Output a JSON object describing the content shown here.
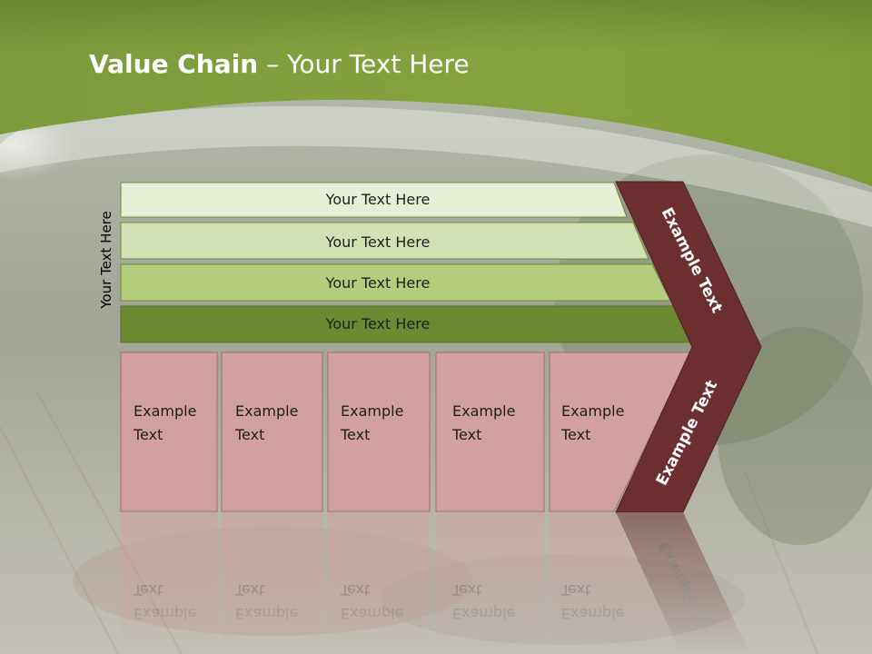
{
  "slide": {
    "title_bold": "Value Chain",
    "title_rest": " – Your Text Here",
    "side_label": "Your Text Here",
    "bars": [
      {
        "label": "Your Text Here",
        "color": "#e6eed6"
      },
      {
        "label": "Your Text Here",
        "color": "#d2e1b3"
      },
      {
        "label": "Your Text Here",
        "color": "#b5cc7c"
      },
      {
        "label": "Your Text Here",
        "color": "#6c8a32"
      }
    ],
    "cells": [
      {
        "line1": "Example",
        "line2": "Text"
      },
      {
        "line1": "Example",
        "line2": "Text"
      },
      {
        "line1": "Example",
        "line2": "Text"
      },
      {
        "line1": "Example",
        "line2": "Text"
      },
      {
        "line1": "Example",
        "line2": "Text"
      }
    ],
    "chevron_top_text": "Example Text",
    "chevron_bottom_text": "Example Text",
    "colors": {
      "header_green": "#7e9a3a",
      "cell_fill": "#d3a0a1",
      "chevron_fill": "#6b2f30"
    }
  }
}
